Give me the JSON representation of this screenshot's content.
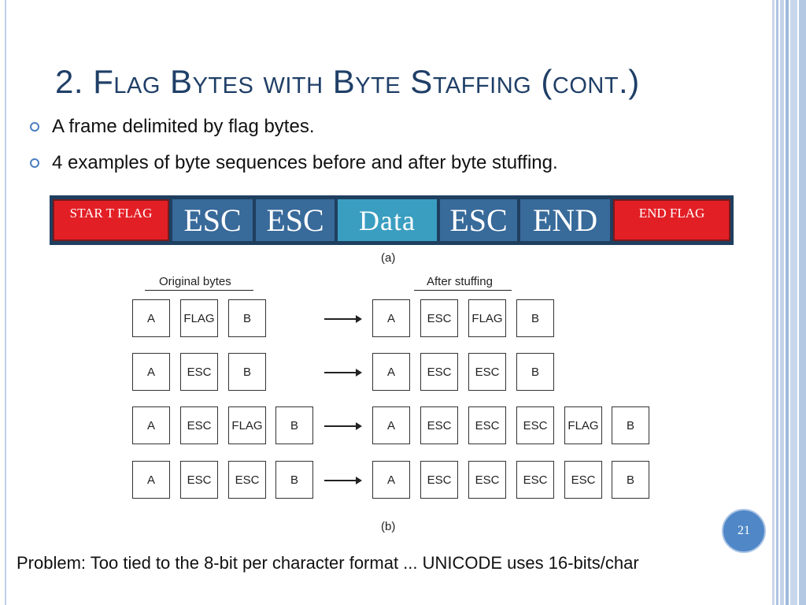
{
  "slide": {
    "title": "2. Flag Bytes with Byte Staffing (cont.)",
    "bullets": [
      "A frame delimited by flag bytes.",
      "4 examples of byte sequences before and after byte stuffing."
    ],
    "frame": {
      "start_flag": "STAR T FLAG",
      "cells": [
        "ESC",
        "ESC",
        "Data",
        "ESC",
        "END"
      ],
      "end_flag": "END FLAG"
    },
    "label_a": "(a)",
    "label_b": "(b)",
    "header_original": "Original bytes",
    "header_after": "After stuffing",
    "examples": [
      {
        "original": [
          "A",
          "FLAG",
          "B"
        ],
        "after": [
          "A",
          "ESC",
          "FLAG",
          "B"
        ]
      },
      {
        "original": [
          "A",
          "ESC",
          "B"
        ],
        "after": [
          "A",
          "ESC",
          "ESC",
          "B"
        ]
      },
      {
        "original": [
          "A",
          "ESC",
          "FLAG",
          "B"
        ],
        "after": [
          "A",
          "ESC",
          "ESC",
          "ESC",
          "FLAG",
          "B"
        ]
      },
      {
        "original": [
          "A",
          "ESC",
          "ESC",
          "B"
        ],
        "after": [
          "A",
          "ESC",
          "ESC",
          "ESC",
          "ESC",
          "B"
        ]
      }
    ],
    "page_number": "21",
    "footnote": "Problem: Too tied to the 8-bit per character format ... UNICODE uses 16-bits/char"
  },
  "colors": {
    "title": "#1f3f67",
    "flag": "#e31f26",
    "esc": "#386a9a",
    "data": "#3a9ec1",
    "accent": "#4f87c7"
  }
}
